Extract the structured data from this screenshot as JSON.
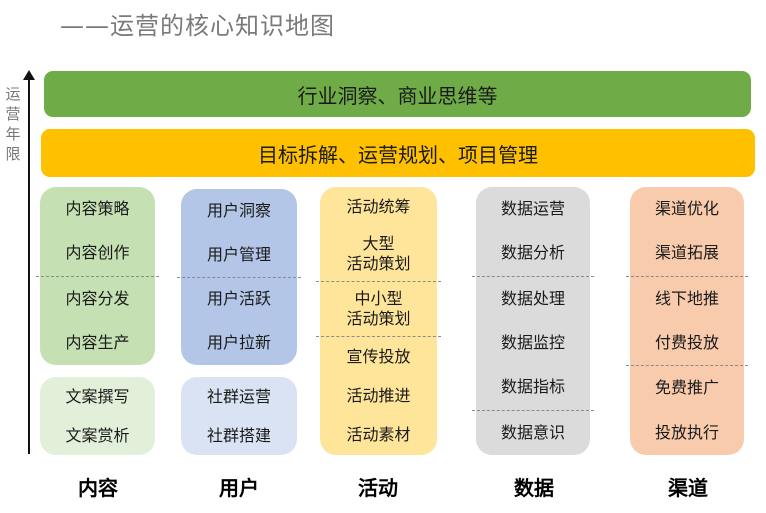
{
  "title": "——运营的核心知识地图",
  "axis": {
    "label": "运营年限"
  },
  "bars": {
    "top": {
      "label": "行业洞察、商业思维等",
      "color": "#6fac47"
    },
    "middle": {
      "label": "目标拆解、运营规划、项目管理",
      "color": "#ffc000"
    }
  },
  "columns": [
    {
      "name": "内容",
      "color": "#c5e0b3",
      "light_color": "#e2efd9",
      "upper": [
        "内容策略",
        "内容创作",
        "内容分发",
        "内容生产"
      ],
      "lower": [
        "文案撰写",
        "文案赏析"
      ]
    },
    {
      "name": "用户",
      "color": "#b4c6e7",
      "light_color": "#dae3f3",
      "upper": [
        "用户洞察",
        "用户管理",
        "用户活跃",
        "用户拉新"
      ],
      "lower": [
        "社群运营",
        "社群搭建"
      ]
    },
    {
      "name": "活动",
      "color": "#ffe599",
      "items": [
        "活动统筹",
        "大型\n活动策划",
        "中小型\n活动策划",
        "宣传投放",
        "活动推进",
        "活动素材"
      ]
    },
    {
      "name": "数据",
      "color": "#dbdbdb",
      "items": [
        "数据运营",
        "数据分析",
        "数据处理",
        "数据监控",
        "数据指标",
        "数据意识"
      ]
    },
    {
      "name": "渠道",
      "color": "#f8cbad",
      "items": [
        "渠道优化",
        "渠道拓展",
        "线下地推",
        "付费投放",
        "免费推广",
        "投放执行"
      ]
    }
  ]
}
